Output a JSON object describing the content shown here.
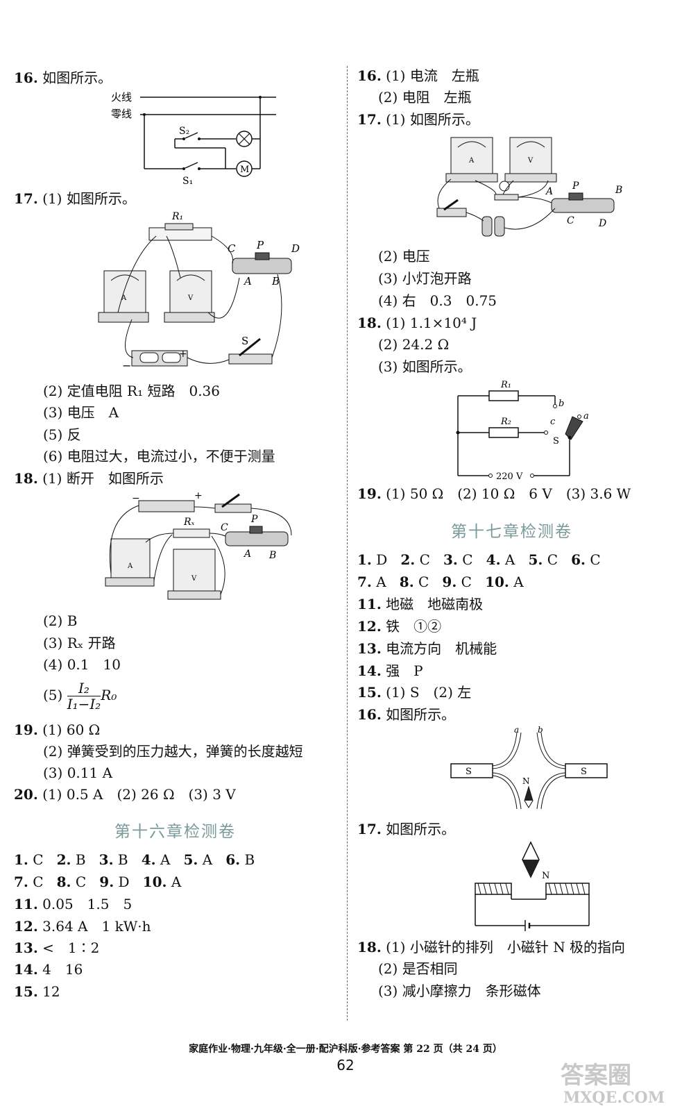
{
  "left": {
    "q16": {
      "num": "16.",
      "text": "如图所示。"
    },
    "fig16": {
      "live": "火线",
      "neutral": "零线",
      "s2": "S₂",
      "s1": "S₁",
      "motor": "M"
    },
    "q17_1": {
      "num": "17.",
      "text": "(1) 如图所示。"
    },
    "fig17": {
      "r1": "R₁",
      "c": "C",
      "p": "P",
      "d": "D",
      "a": "A",
      "b": "B",
      "ammeter": "A",
      "voltmeter": "V",
      "switch": "S",
      "minus": "−",
      "plus": "+"
    },
    "q17_2": "(2) 定值电阻 R₁ 短路　0.36",
    "q17_3": "(3) 电压　A",
    "q17_5": "(5) 反",
    "q17_6": "(6) 电阻过大，电流过小，不便于测量",
    "q18_1": {
      "num": "18.",
      "text": "(1) 断开　如图所示"
    },
    "fig18": {
      "rx": "Rₓ",
      "c": "C",
      "p": "P",
      "a": "A",
      "b": "B",
      "minus": "−",
      "plus": "+",
      "ammeter": "A",
      "voltmeter": "V"
    },
    "q18_2": "(2) B",
    "q18_3": "(3) Rₓ 开路",
    "q18_4": "(4) 0.1　10",
    "q18_5": {
      "label": "(5)",
      "num": "I₂",
      "den": "I₁−I₂",
      "tail": "R₀"
    },
    "q19_1": {
      "num": "19.",
      "text": "(1) 60 Ω"
    },
    "q19_2": "(2) 弹簧受到的压力越大，弹簧的长度越短",
    "q19_3": "(3) 0.11 A",
    "q20": {
      "num": "20.",
      "text": "(1) 0.5 A　(2) 26 Ω　(3) 3 V"
    },
    "chapter16": "第十六章检测卷",
    "c16_r1": [
      {
        "n": "1.",
        "a": "C"
      },
      {
        "n": "2.",
        "a": "B"
      },
      {
        "n": "3.",
        "a": "B"
      },
      {
        "n": "4.",
        "a": "A"
      },
      {
        "n": "5.",
        "a": "A"
      },
      {
        "n": "6.",
        "a": "B"
      }
    ],
    "c16_r2": [
      {
        "n": "7.",
        "a": "C"
      },
      {
        "n": "8.",
        "a": "C"
      },
      {
        "n": "9.",
        "a": "D"
      },
      {
        "n": "10.",
        "a": "A"
      }
    ],
    "c16_11": {
      "num": "11.",
      "text": "0.05　1.5　5"
    },
    "c16_12": {
      "num": "12.",
      "text": "3.64 A　1 kW·h"
    },
    "c16_13": {
      "num": "13.",
      "text": "<　1∶2"
    },
    "c16_14": {
      "num": "14.",
      "text": "4　16"
    },
    "c16_15": {
      "num": "15.",
      "text": "12"
    }
  },
  "right": {
    "q16_1": {
      "num": "16.",
      "text": "(1) 电流　左瓶"
    },
    "q16_2": "(2) 电阻　左瓶",
    "q17_1": {
      "num": "17.",
      "text": "(1) 如图所示。"
    },
    "fig17r": {
      "ammeter": "A",
      "voltmeter": "V",
      "a": "A",
      "p": "P",
      "b": "B",
      "c": "C",
      "d": "D"
    },
    "q17_2": "(2) 电压",
    "q17_3": "(3) 小灯泡开路",
    "q17_4": "(4) 右　0.3　0.75",
    "q18_1": {
      "num": "18.",
      "text": "(1) 1.1×10⁴ J"
    },
    "q18_2": "(2) 24.2 Ω",
    "q18_3": "(3) 如图所示。",
    "fig18r": {
      "r1": "R₁",
      "r2": "R₂",
      "a": "a",
      "b": "b",
      "c": "c",
      "s": "S",
      "supply": "220 V"
    },
    "q19": {
      "num": "19.",
      "text": "(1) 50 Ω　(2) 10 Ω　6 V　(3) 3.6 W"
    },
    "chapter17": "第十七章检测卷",
    "c17_r1": [
      {
        "n": "1.",
        "a": "D"
      },
      {
        "n": "2.",
        "a": "C"
      },
      {
        "n": "3.",
        "a": "C"
      },
      {
        "n": "4.",
        "a": "A"
      },
      {
        "n": "5.",
        "a": "C"
      },
      {
        "n": "6.",
        "a": "C"
      }
    ],
    "c17_r2": [
      {
        "n": "7.",
        "a": "A"
      },
      {
        "n": "8.",
        "a": "C"
      },
      {
        "n": "9.",
        "a": "C"
      },
      {
        "n": "10.",
        "a": "A"
      }
    ],
    "c17_11": {
      "num": "11.",
      "text": "地磁　地磁南极"
    },
    "c17_12": {
      "num": "12.",
      "text": "铁　①②"
    },
    "c17_13": {
      "num": "13.",
      "text": "电流方向　机械能"
    },
    "c17_14": {
      "num": "14.",
      "text": "强　P"
    },
    "c17_15": {
      "num": "15.",
      "text": "(1) S　(2) 左"
    },
    "c17_16": {
      "num": "16.",
      "text": "如图所示。"
    },
    "fig16r": {
      "a": "a",
      "b": "b",
      "s1": "S",
      "s2": "S",
      "n": "N"
    },
    "c17_17": {
      "num": "17.",
      "text": "如图所示。"
    },
    "fig17m": {
      "n": "N"
    },
    "c17_18_1": {
      "num": "18.",
      "text": "(1) 小磁针的排列　小磁针 N 极的指向"
    },
    "c17_18_2": "(2) 是否相同",
    "c17_18_3": "(3) 减小摩擦力　条形磁体"
  },
  "footer": "家庭作业·物理·九年级·全一册·配沪科版·参考答案 第 22 页（共 24 页）",
  "page_number": "62",
  "watermark": {
    "line1": "答案圈",
    "line2": "MXQE.COM"
  }
}
